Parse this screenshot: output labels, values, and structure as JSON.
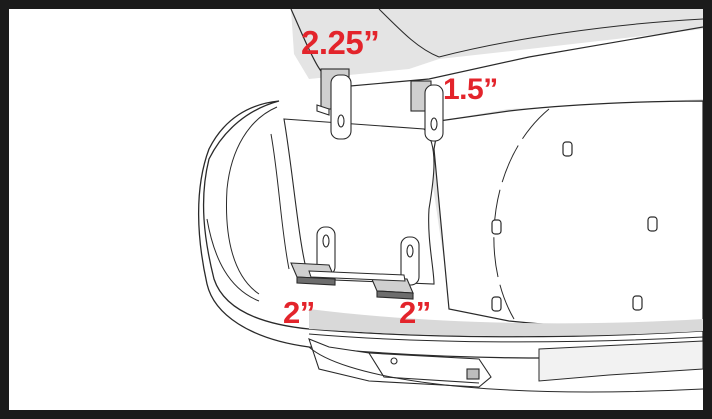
{
  "annotations": {
    "top_left_bracket": "2.25”",
    "top_right_bracket": "1.5”",
    "bottom_left_bracket": "2”",
    "bottom_right_bracket": "2”"
  },
  "colors": {
    "frame": "#1b1b1b",
    "label": "#e3242b",
    "panel_shade": "#e3e3e3",
    "line": "#2a2a2a"
  }
}
